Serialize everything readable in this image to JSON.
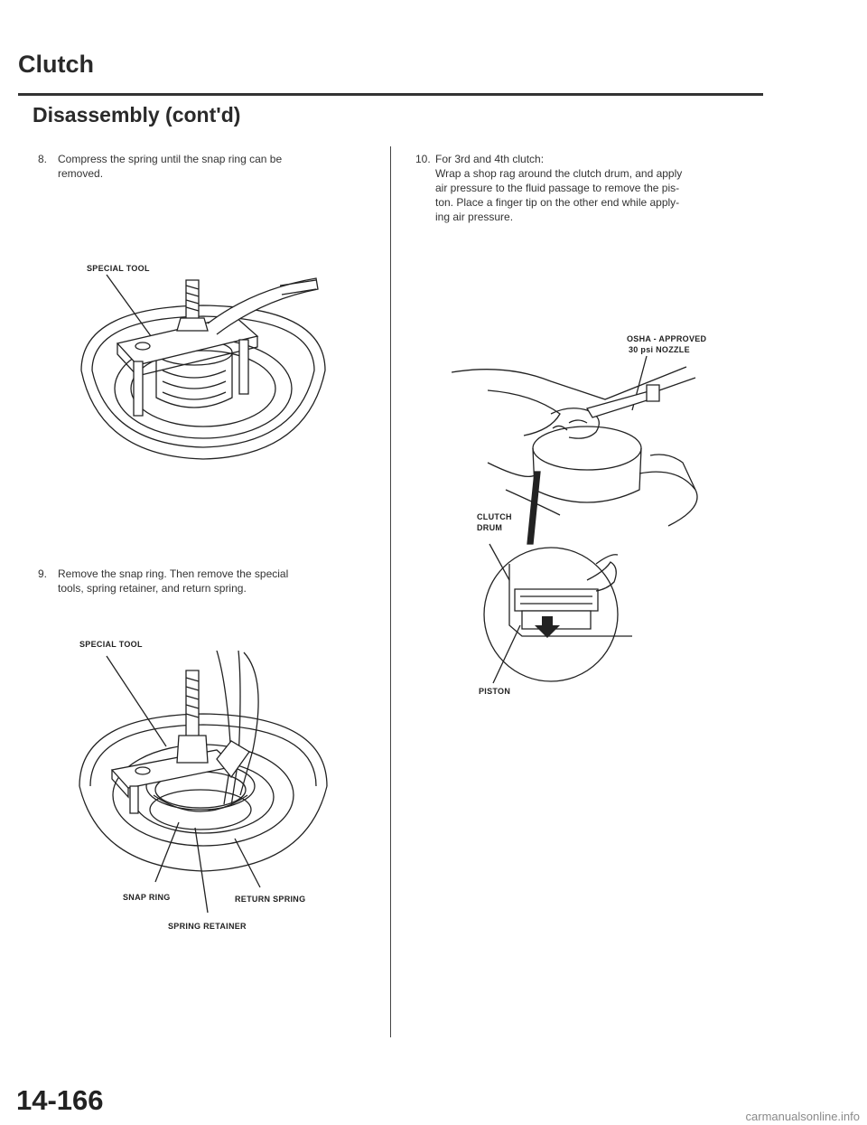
{
  "header": {
    "title": "Clutch"
  },
  "section": {
    "title": "Disassembly (cont'd)"
  },
  "steps": [
    {
      "number": "8.",
      "lines": [
        "Compress the spring until the snap ring can be",
        "removed."
      ]
    },
    {
      "number": "9.",
      "lines": [
        "Remove the snap ring. Then remove the special",
        "tools, spring retainer, and return spring."
      ]
    },
    {
      "number": "10.",
      "lines": [
        "For 3rd and 4th clutch:",
        "Wrap a shop rag around the clutch drum, and apply",
        "air pressure to the fluid passage to remove the pis-",
        "ton. Place a finger tip on the other end while apply-",
        "ing air pressure."
      ]
    }
  ],
  "figure1": {
    "labels": {
      "special_tool": "SPECIAL TOOL"
    }
  },
  "figure2": {
    "labels": {
      "special_tool": "SPECIAL TOOL",
      "snap_ring": "SNAP RING",
      "return_spring": "RETURN SPRING",
      "spring_retainer": "SPRING RETAINER"
    }
  },
  "figure3": {
    "labels": {
      "nozzle_line1": "OSHA - APPROVED",
      "nozzle_line2": "30 psi NOZZLE",
      "drum_line1": "CLUTCH",
      "drum_line2": "DRUM",
      "piston": "PISTON"
    }
  },
  "footer": {
    "page_number": "14-166",
    "watermark": "carmanualsonline.info"
  }
}
